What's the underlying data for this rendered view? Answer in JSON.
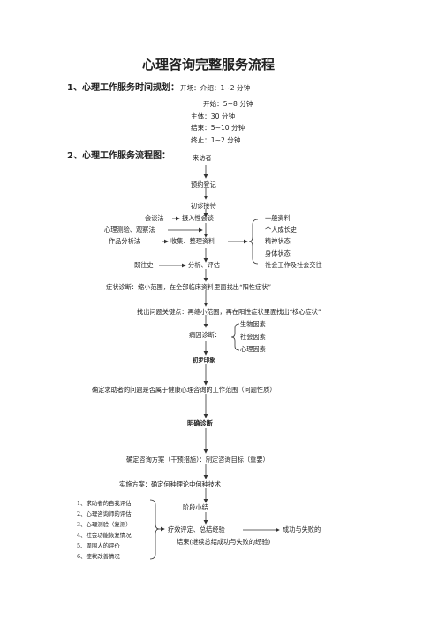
{
  "title": "心理咨询完整服务流程",
  "section1": {
    "heading": "1、心理工作服务时间规划",
    "colon": "：",
    "items": [
      "开场：介绍：1~2 分钟",
      "开始：5~8 分钟",
      "主体：30 分钟",
      "结束：5~10 分钟",
      "终止：1~2 分钟"
    ]
  },
  "section2": {
    "heading": "2、心理工作服务流程图：",
    "nodes": {
      "visitor": "来访者",
      "appointment": "预约登记",
      "initial_reception": "初诊接待",
      "methods": [
        "会谈法",
        "心理测验、观察法",
        "作品分析法"
      ],
      "intake": "摄入性会谈",
      "collect": "收集、整理资料",
      "history": "既往史",
      "analysis": "分析、评估",
      "materials": [
        "一般资料",
        "个人成长史",
        "精神状态",
        "身体状态",
        "社会工作及社会交往"
      ],
      "symptom_dx": "症状诊断：缩小范围，在全部临床资料里面找出“阳性症状”",
      "key_point": "找出问题关键点：再缩小范围，再在阳性症状里面找出“核心症状”",
      "etiology_label": "病因诊断：",
      "etiology": [
        "生物因素",
        "社会因素",
        "心理因素"
      ],
      "preliminary": "初步印象",
      "scope": "确定求助者的问题是否属于健康心理咨询的工作范围（问题性质）",
      "clear_dx": "明确诊断",
      "plan": "确定咨询方案（干预措施）：制定咨询目标（重要）",
      "implement": "实施方案：确定何种理论中何种技术",
      "stage": "阶段小结",
      "evaluation_items": [
        "1、求助者的自我评估",
        "2、心理咨询师的评估",
        "3、心理测验（复测）",
        "4、社会功能恢复情况",
        "5、周围人的评价",
        "6、症状改善情况"
      ],
      "effect": "疗效评定、总结经验",
      "success_fail": "成功与失败的",
      "conclusion": "结束(继续总结成功与失败的经验)"
    }
  }
}
